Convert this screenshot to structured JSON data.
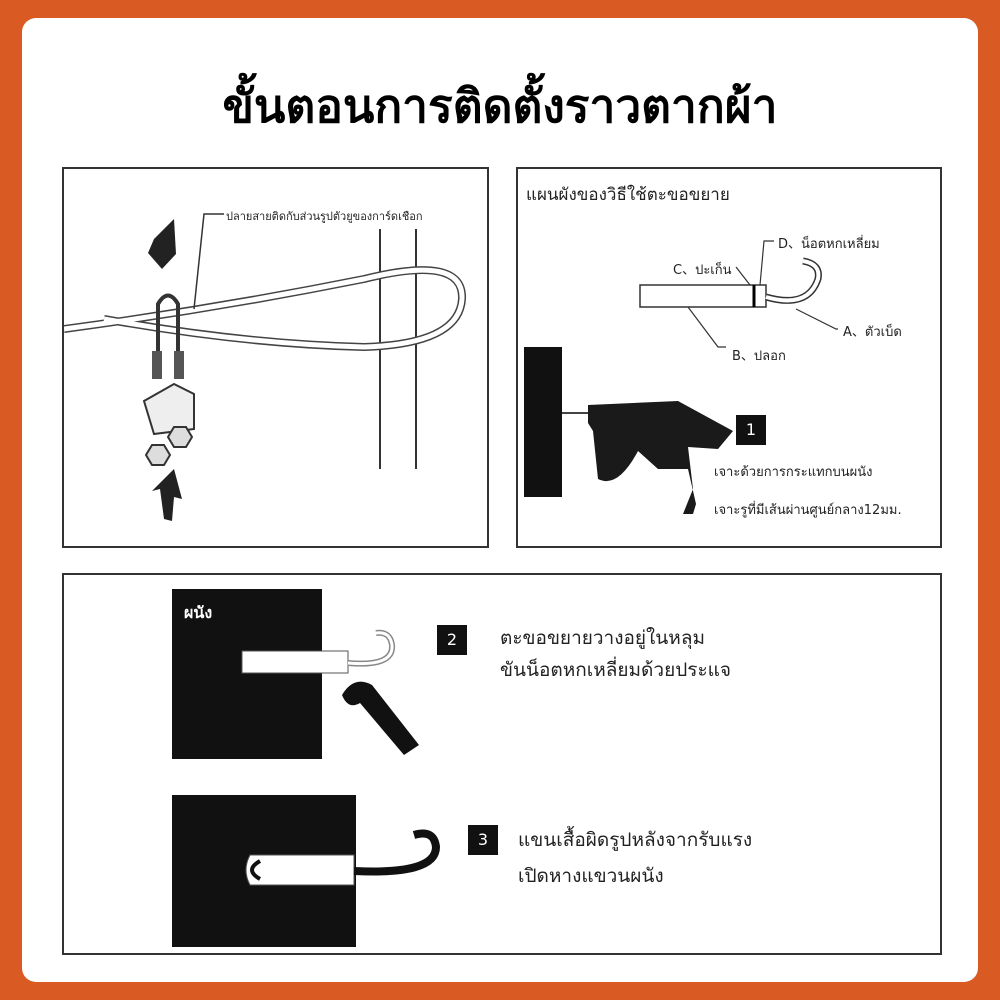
{
  "title": "ขั้นตอนการติดตั้งราวตากผ้า",
  "panel1": {
    "label": "ปลายสายติดกับส่วนรูปตัวยูของการ์ดเชือก"
  },
  "panel2": {
    "heading": "แผนผังของวิธีใช้ตะขอขยาย",
    "part_d": "D、น็อตหกเหลี่ยม",
    "part_c": "C、ปะเก็น",
    "part_a": "A、ตัวเบ็ด",
    "part_b": "B、ปลอก",
    "step_number": "1",
    "step_line1": "เจาะด้วยการกระแทกบนผนัง",
    "step_line2": "เจาะรูที่มีเส้นผ่านศูนย์กลาง12มม."
  },
  "panel3": {
    "wall_label": "ผนัง",
    "step2_number": "2",
    "step2_line1": "ตะขอขยายวางอยู่ในหลุม",
    "step2_line2": "ขันน็อตหกเหลี่ยมด้วยประแจ",
    "step3_number": "3",
    "step3_line1": "แขนเสื้อผิดรูปหลังจากรับแรง",
    "step3_line2": "เปิดหางแขวนผนัง"
  }
}
